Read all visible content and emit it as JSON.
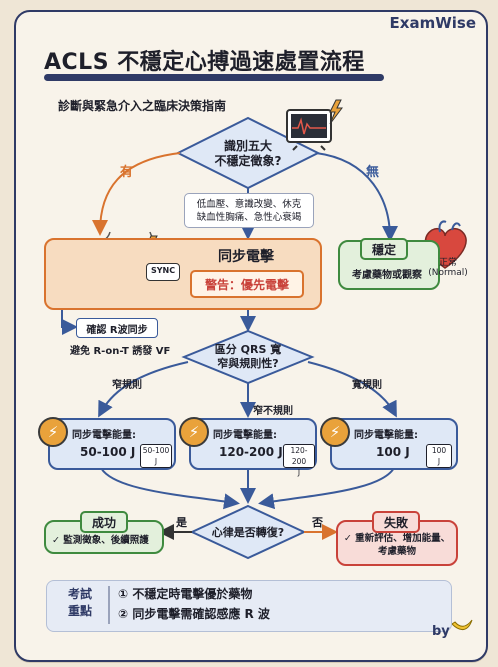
{
  "brand": "ExamWise",
  "title": "ACLS 不穩定心搏過速處置流程",
  "subtitle": "診斷與緊急介入之臨床決策指南",
  "decision1": {
    "line1": "識別五大",
    "line2": "不穩定徵象?"
  },
  "yes_label": "有",
  "no_label": "無",
  "signs": {
    "line1": "低血壓、意識改變、休克",
    "line2": "缺血性胸痛、急性心衰竭"
  },
  "sync_shock": {
    "title": "同步電擊",
    "warning": "警告：優先電擊",
    "sync_tag": "SYNC"
  },
  "stable": {
    "title": "穩定",
    "desc": "考慮藥物或觀察",
    "normal_line1": "正常",
    "normal_line2": "(Normal)"
  },
  "confirm": {
    "label": "確認 R波同步",
    "note": "避免 R-on-T 誘發 VF"
  },
  "decision2": {
    "line1": "區分 QRS 寬",
    "line2": "窄與規則性?"
  },
  "branches": {
    "narrow_regular": "窄規則",
    "narrow_irregular": "窄不規則",
    "wide_regular": "寬規則"
  },
  "energy": [
    {
      "label": "同步電擊能量:",
      "value": "50-100 J",
      "tag1": "50-100",
      "tag2": "J"
    },
    {
      "label": "同步電擊能量:",
      "value": "120-200 J",
      "tag1": "120-200",
      "tag2": "J"
    },
    {
      "label": "同步電擊能量:",
      "value": "100 J",
      "tag1": "100",
      "tag2": "J"
    }
  ],
  "decision3": {
    "text": "心律是否轉復?"
  },
  "yes2": "是",
  "no2": "否",
  "success": {
    "title": "成功",
    "desc": "✓ 監測徵象、後續照護"
  },
  "failure": {
    "title": "失敗",
    "line1": "✓ 重新評估、增加能量、",
    "line2": "考慮藥物"
  },
  "exam": {
    "label1": "考試",
    "label2": "重點",
    "point1": "① 不穩定時電擊優於藥物",
    "point2": "② 同步電擊需確認感應 R 波"
  },
  "footer": "by",
  "colors": {
    "navy": "#2f3a66",
    "orange": "#d9732e",
    "green": "#3f8a3f",
    "red": "#c9423a",
    "blue": "#3a5a9a"
  }
}
